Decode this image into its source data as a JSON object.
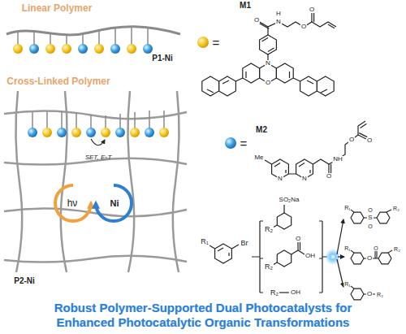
{
  "diagram": {
    "title": "Robust Polymer-Supported Dual Photocatalysts for Enhanced Photocatalytic Organic Transformations",
    "labels": [
      "Linear Polymer",
      "P1-Ni",
      "Cross-Linked Polymer",
      "SET, EₙT",
      "hν",
      "Ni",
      "P2-Ni",
      "=",
      "M1",
      "=",
      "M2",
      "O",
      "N",
      "H",
      "O",
      "O",
      "N",
      "O",
      "Me",
      "N",
      "N",
      "O",
      "NH",
      "O",
      "O",
      "R₁",
      "Br",
      "SO₂Na",
      "R₂",
      "R₂",
      "O",
      "OH",
      "R₂",
      "OH",
      "R₁",
      "S",
      "O",
      "O",
      "R₂",
      "R₁",
      "O",
      "O",
      "R₂",
      "R₁",
      "O",
      "R₂"
    ]
  }
}
